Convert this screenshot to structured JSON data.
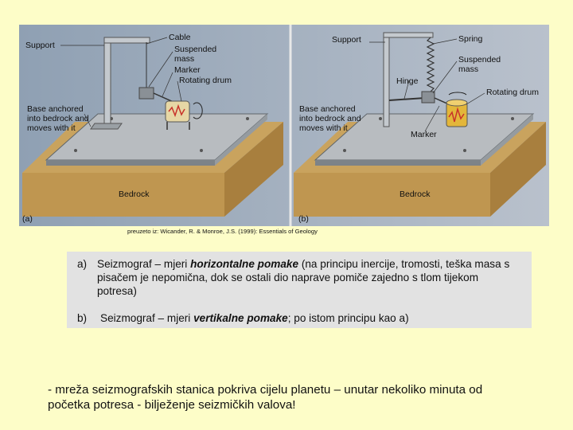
{
  "figure": {
    "left": {
      "panel_letter": "(a)",
      "labels": {
        "support": "Support",
        "cable": "Cable",
        "suspended_mass": [
          "Suspended",
          "mass"
        ],
        "marker": "Marker",
        "rotating_drum": "Rotating drum",
        "base": [
          "Base anchored",
          "into bedrock and",
          "moves with it"
        ],
        "bedrock": "Bedrock"
      }
    },
    "right": {
      "panel_letter": "(b)",
      "labels": {
        "support": "Support",
        "spring": "Spring",
        "suspended_mass": [
          "Suspended",
          "mass"
        ],
        "hinge": "Hinge",
        "rotating_drum": "Rotating drum",
        "base": [
          "Base anchored",
          "into bedrock and",
          "moves with it"
        ],
        "marker": "Marker",
        "bedrock": "Bedrock"
      }
    }
  },
  "credit": "preuzeto iz: Wicander, R. & Monroe, J.S. (1999): Essentials of Geology",
  "descriptions": {
    "a": {
      "letter": "a)",
      "prefix": "Seizmograf – mjeri ",
      "keyword": "horizontalne pomake",
      "line1_rest": " (na principu inercije, tromosti, teška masa s",
      "line2": "pisačem je nepomična, dok se ostali dio naprave pomiče zajedno s tlom tijekom",
      "line3": "potresa)"
    },
    "b": {
      "letter": "b)",
      "prefix": "Seizmograf – mjeri ",
      "keyword": "vertikalne pomake",
      "rest": "; po istom principu kao a)"
    }
  },
  "note": {
    "line1": "- mreža seizmografskih stanica pokriva cijelu planetu – unutar nekoliko minuta od",
    "line2": "početka potresa - bilježenje seizmičkih valova!"
  }
}
